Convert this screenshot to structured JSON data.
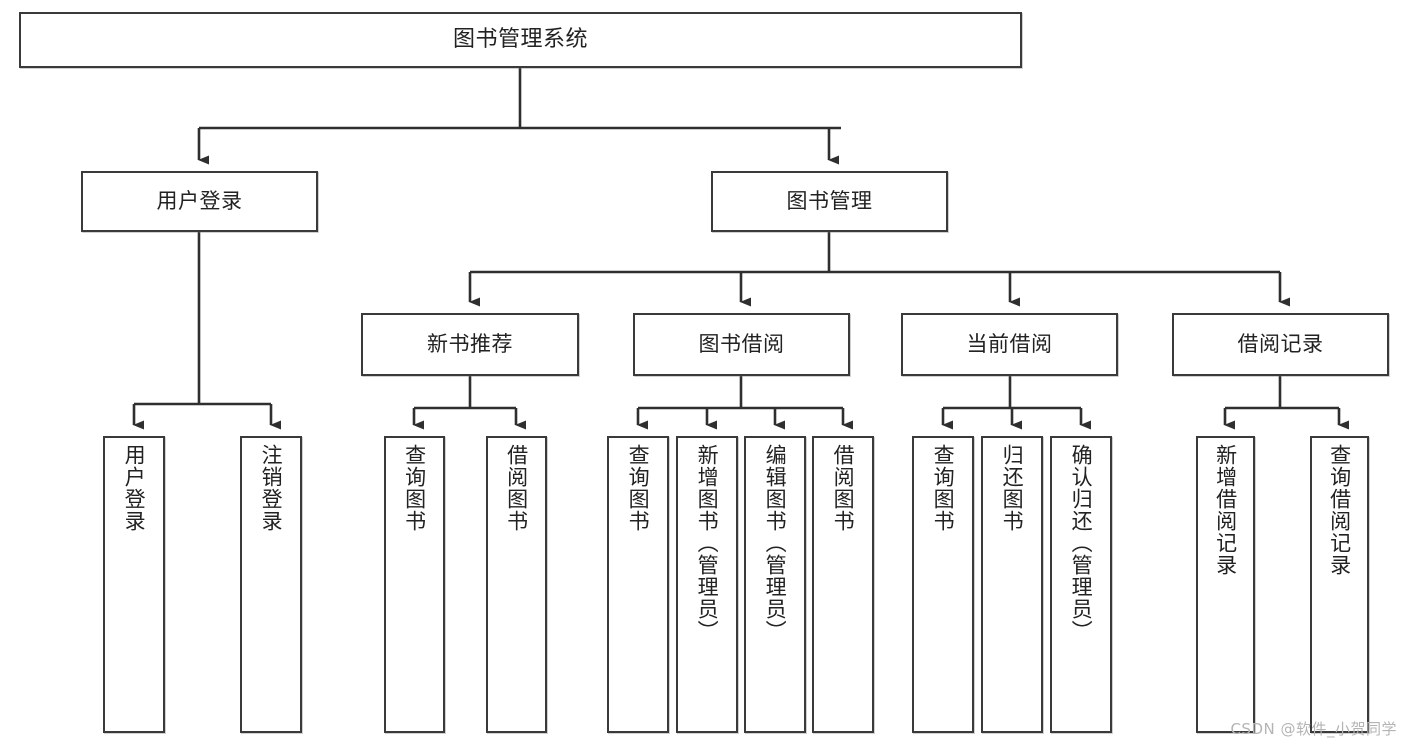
{
  "diagram": {
    "title": "图书管理系统",
    "type": "tree",
    "watermark": "CSDN @软件_小贺同学",
    "colors": {
      "box_border": "#3a3a3a",
      "box_fill": "#ffffff",
      "edge": "#2f2f2f",
      "text": "#222222",
      "watermark": "#b4b4b4",
      "background": "#ffffff"
    },
    "levels": {
      "root": {
        "label": "图书管理系统"
      },
      "level2": [
        {
          "id": "user-login",
          "label": "用户登录"
        },
        {
          "id": "book-manage",
          "label": "图书管理"
        }
      ],
      "level3": [
        {
          "id": "new-book-recommend",
          "label": "新书推荐",
          "parent": "book-manage"
        },
        {
          "id": "book-borrow",
          "label": "图书借阅",
          "parent": "book-manage"
        },
        {
          "id": "current-borrow",
          "label": "当前借阅",
          "parent": "book-manage"
        },
        {
          "id": "borrow-record",
          "label": "借阅记录",
          "parent": "book-manage"
        }
      ],
      "leaves": [
        {
          "id": "leaf-user-login",
          "label": "用户登录",
          "parent": "user-login"
        },
        {
          "id": "leaf-logout",
          "label": "注销登录",
          "parent": "user-login"
        },
        {
          "id": "leaf-query-book-1",
          "label": "查询图书",
          "parent": "new-book-recommend"
        },
        {
          "id": "leaf-borrow-book-1",
          "label": "借阅图书",
          "parent": "new-book-recommend"
        },
        {
          "id": "leaf-query-book-2",
          "label": "查询图书",
          "parent": "book-borrow"
        },
        {
          "id": "leaf-add-book",
          "label": "新增图书（管理员）",
          "parent": "book-borrow"
        },
        {
          "id": "leaf-edit-book",
          "label": "编辑图书（管理员）",
          "parent": "book-borrow"
        },
        {
          "id": "leaf-borrow-book-2",
          "label": "借阅图书",
          "parent": "book-borrow"
        },
        {
          "id": "leaf-query-book-3",
          "label": "查询图书",
          "parent": "current-borrow"
        },
        {
          "id": "leaf-return-book",
          "label": "归还图书",
          "parent": "current-borrow"
        },
        {
          "id": "leaf-confirm-return",
          "label": "确认归还（管理员）",
          "parent": "current-borrow"
        },
        {
          "id": "leaf-add-record",
          "label": "新增借阅记录",
          "parent": "borrow-record"
        },
        {
          "id": "leaf-query-record",
          "label": "查询借阅记录",
          "parent": "borrow-record"
        }
      ]
    }
  }
}
